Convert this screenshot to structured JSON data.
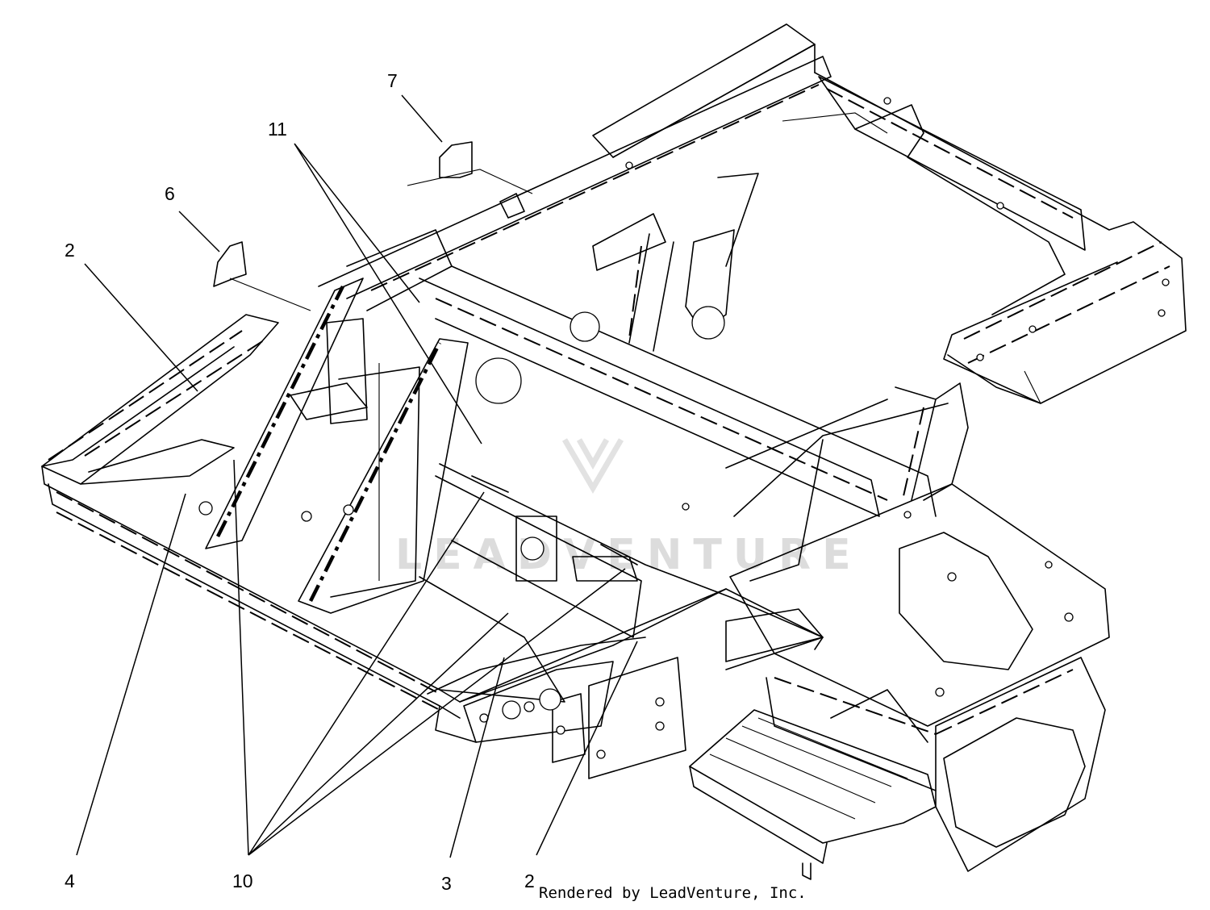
{
  "callouts": {
    "c2_left": "2",
    "c2_bottom": "2",
    "c3": "3",
    "c4": "4",
    "c6": "6",
    "c7": "7",
    "c10": "10",
    "c11": "11"
  },
  "credit": "Rendered by LeadVenture, Inc.",
  "watermark": "LEADVENTURE"
}
